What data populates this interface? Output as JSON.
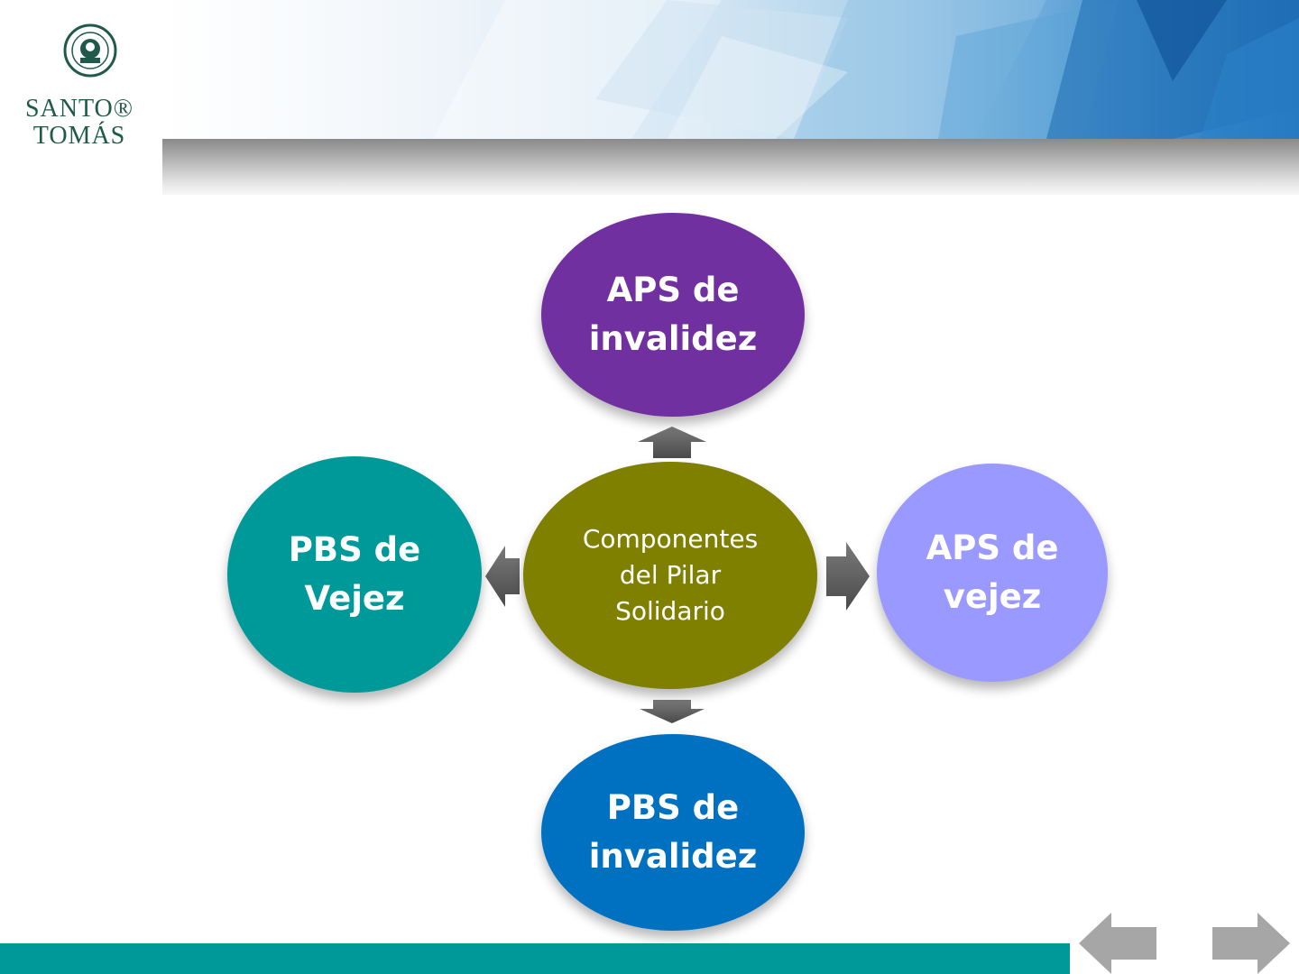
{
  "logo": {
    "line1": "SANTO®",
    "line2": "TOMÁS"
  },
  "diagram": {
    "center": {
      "label": "Componentes\ndel Pilar\nSolidario",
      "color": "#7f7f00"
    },
    "nodes": [
      {
        "id": "top",
        "label": "APS de\ninvalidez",
        "color": "#7030a0"
      },
      {
        "id": "left",
        "label": "PBS de\nVejez",
        "color": "#00999a"
      },
      {
        "id": "right",
        "label": "APS de\nvejez",
        "color": "#9999ff"
      },
      {
        "id": "bottom",
        "label": "PBS de\ninvalidez",
        "color": "#0070c0"
      }
    ],
    "arrow_color": "#595959"
  },
  "footer": {
    "bar_color": "#00999a"
  },
  "nav": {
    "prev_icon": "arrow-left-icon",
    "next_icon": "arrow-right-icon",
    "arrow_color": "#a6a6a6"
  }
}
